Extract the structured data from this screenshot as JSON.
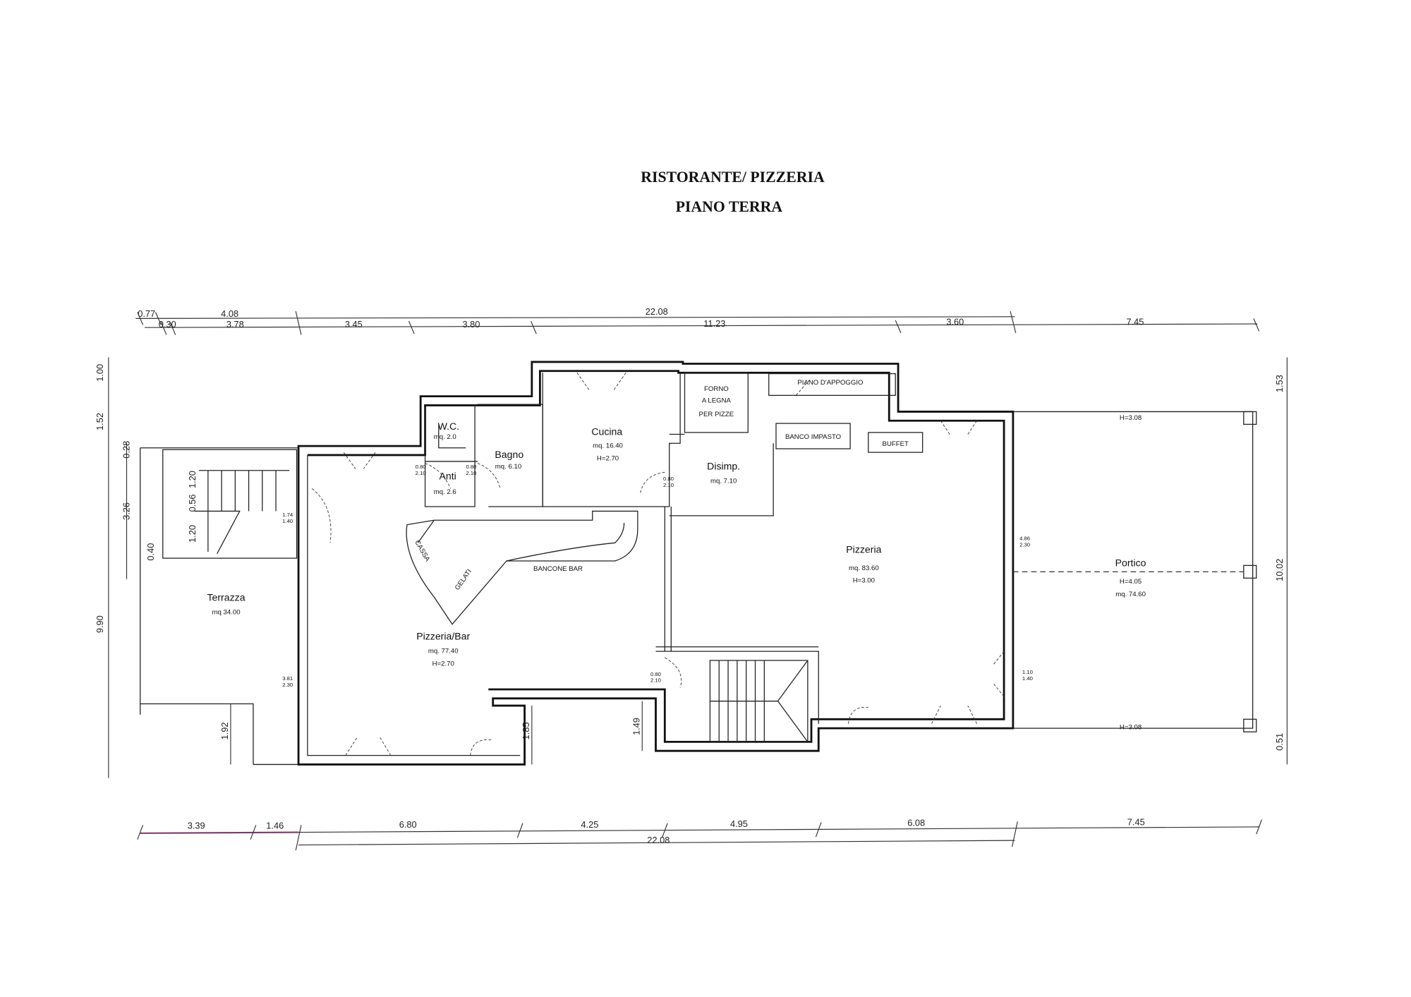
{
  "title": {
    "line1": "RISTORANTE/ PIZZERIA",
    "line2": "PIANO TERRA"
  },
  "rooms": {
    "wc": {
      "name": "W.C.",
      "area": "mq. 2.0"
    },
    "anti": {
      "name": "Anti",
      "area": "mq. 2.6"
    },
    "bagno": {
      "name": "Bagno",
      "area": "mq. 6.10"
    },
    "cucina": {
      "name": "Cucina",
      "area": "mq. 16.40",
      "height": "H=2.70"
    },
    "disimp": {
      "name": "Disimp.",
      "area": "mq. 7.10"
    },
    "pizzeria": {
      "name": "Pizzeria",
      "area": "mq. 83.60",
      "height": "H=3.00"
    },
    "pizzeria_bar": {
      "name": "Pizzeria/Bar",
      "area": "mq. 77.40",
      "height": "H=2.70"
    },
    "terrazza": {
      "name": "Terrazza",
      "area": "mq 34.00"
    },
    "portico": {
      "name": "Portico",
      "height": "H=4.05",
      "area": "mq. 74.60",
      "height_top": "H=3.08",
      "height_bottom": "H=3.08"
    }
  },
  "fixtures": {
    "forno": [
      "FORNO",
      "A LEGNA",
      "PER PIZZE"
    ],
    "piano_appoggio": "PIANO D'APPOGGIO",
    "banco_impasto": "BANCO IMPASTO",
    "buffet": "BUFFET",
    "cassa": "CASSA",
    "gelati": "GELATI",
    "bancone_bar": "BANCONE BAR"
  },
  "openings": {
    "anti_left": [
      "0.80",
      "2.10"
    ],
    "anti_right": [
      "0.80",
      "2.10"
    ],
    "disimp": [
      "0.80",
      "2.10"
    ],
    "stair": [
      "0.80",
      "2.10"
    ],
    "terrace_door": [
      "1.74",
      "1.40"
    ],
    "terrace_wall": [
      "3.81",
      "2.30"
    ],
    "portico_top": [
      "4.86",
      "2.30"
    ],
    "portico_door": [
      "1.10",
      "1.40"
    ]
  },
  "dimensions": {
    "top_upper": [
      "0.77",
      "4.08",
      "22.08"
    ],
    "top_lower": [
      "0.30",
      "3.78",
      "3.45",
      "3.80",
      "11.23",
      "3.60",
      "7.45"
    ],
    "bottom_segments": [
      "3.39",
      "1.46",
      "6.80",
      "4.25",
      "4.95",
      "6.08",
      "7.45"
    ],
    "bottom_total": "22.08",
    "left_outer": [
      "1.00",
      "1.52",
      "9.90"
    ],
    "left_inner": [
      "0.28",
      "3.26",
      "0.40"
    ],
    "stair": [
      "1.20",
      "0.56",
      "1.20"
    ],
    "lower_vertical": [
      "1.92",
      "1.85",
      "1.49"
    ],
    "right": [
      "1.53",
      "10.02",
      "0.51"
    ]
  }
}
